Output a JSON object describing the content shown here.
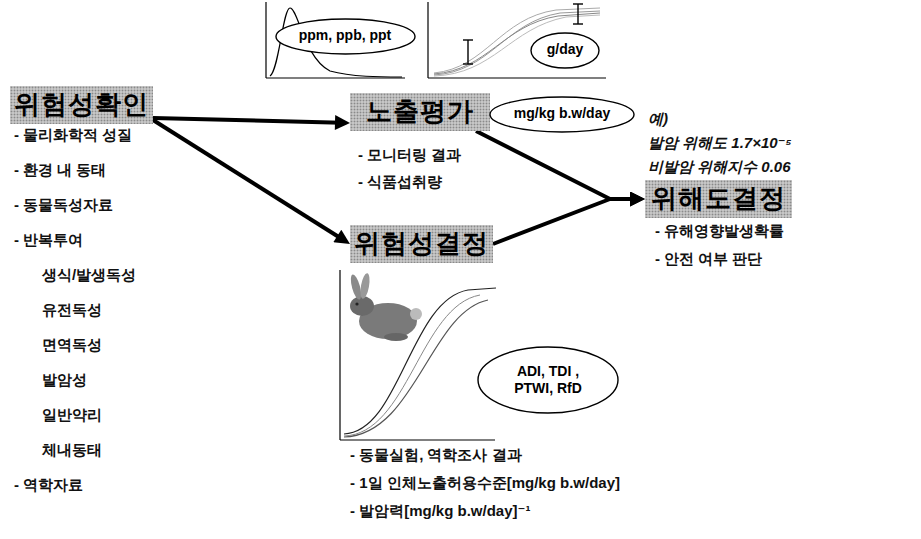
{
  "diagram": {
    "nodes": [
      {
        "text": [
          "위험성확인"
        ]
      },
      {
        "text": [
          "ppm, ppb, ppt"
        ]
      },
      {
        "text": [
          "g/day"
        ]
      },
      {
        "text": [
          "노출평가"
        ]
      },
      {
        "text": [
          "mg/kg b.w/day"
        ]
      },
      {
        "text": [
          "위험성결정"
        ]
      },
      {
        "text": [
          "위해도결정"
        ]
      },
      {
        "text": [
          "ADI, TDI , PTWI, RfD"
        ]
      }
    ],
    "edges": [
      {
        "from": 0,
        "to": 3,
        "arrow": "to"
      },
      {
        "from": 0,
        "to": 5,
        "arrow": "to"
      },
      {
        "from": 3,
        "to": 6,
        "arrow": "to"
      },
      {
        "from": 5,
        "to": 6,
        "arrow": "to"
      }
    ],
    "labels": [
      "- 물리화학적 성질",
      "- 환경 내 동태",
      "- 동물독성자료",
      "- 반복투여",
      "생식/발생독성",
      "유전독성",
      "면역독성",
      "발암성",
      "일반약리",
      "체내동태",
      "- 역학자료",
      "- 모니터링 결과",
      "- 식품섭취량",
      "예)",
      "발암 위해도 1.7×10⁻⁵",
      "비발암 위해지수 0.06",
      "- 유해영향발생확률",
      "- 안전 여부 판단",
      "- 동물실험, 역학조사 결과",
      "- 1일 인체노출허용수준[mg/kg b.w/day]",
      "- 발암력[mg/kg b.w/day]⁻¹"
    ]
  }
}
